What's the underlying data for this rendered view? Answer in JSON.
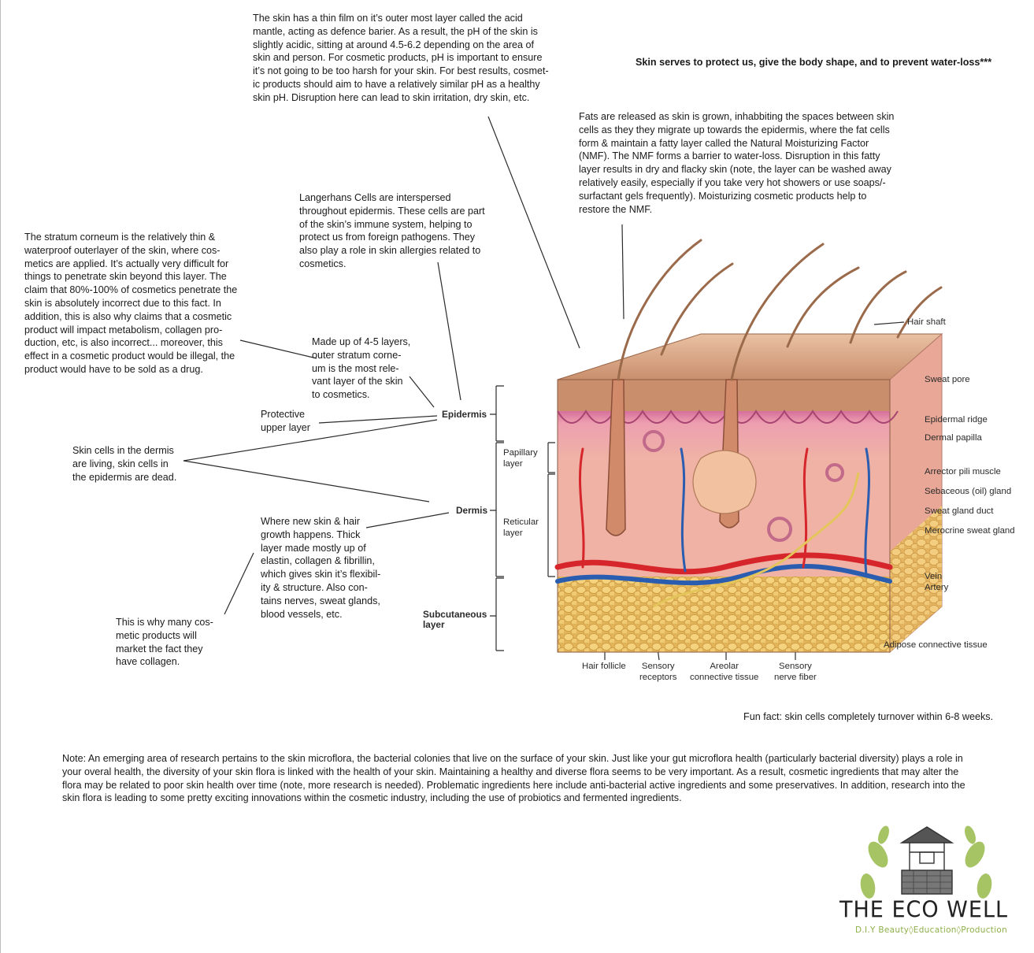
{
  "notes": {
    "acid_mantle": "The skin has a thin film on it’s outer most layer called the acid\nmantle, acting as  defence barier. As a result, the pH of the skin is\nslightly acidic, sitting at around 4.5-6.2 depending on the area of\nskin and person. For cosmetic products, pH is important to ensure\nit’s not going to be too harsh for your skin.  For best results, cosmet-\nic products should aim to have a relatively similar pH as a healthy\nskin pH. Disruption here can lead to skin irritation, dry skin, etc.",
    "skin_serves": "Skin serves to protect us, give the body shape, and to prevent water-loss***",
    "nmf": "Fats are released as skin is grown, inhabbiting the spaces between skin\ncells as they they migrate up towards the epidermis, where the fat cells\nform & maintain a fatty layer called the Natural Moisturizing Factor\n(NMF).  The NMF forms a barrier to water-loss. Disruption in this fatty\nlayer results in dry and flacky skin (note, the layer can be washed away\nrelatively easily, especially if you take very hot showers or use soaps/-\nsurfactant gels frequently). Moisturizing cosmetic products help to\nrestore the NMF.",
    "langerhans": "Langerhans Cells are interspersed\nthroughout epidermis. These cells are part\nof the skin’s immune system, helping to\nprotect us from foreign pathogens. They\nalso play a role in skin allergies related to\ncosmetics.",
    "stratum_corneum": "The stratum corneum is the relatively thin &\nwaterproof outerlayer of the skin,  where cos-\nmetics are applied. It’s actually very difficult for\nthings to penetrate skin beyond this layer. The\nclaim that 80%-100% of cosmetics penetrate the\nskin is absolutely incorrect due to this fact. In\naddition, this is also why claims that a cosmetic\nproduct will impact metabolism, collagen pro-\nduction, etc, is also incorrect... moreover, this\neffect in a cosmetic product would be illegal, the\nproduct would have to be sold as a drug.",
    "layers_4_5": "Made up of 4-5 layers,\nouter stratum corne-\num is the most rele-\nvant layer of the skin\nto cosmetics.",
    "protective": "Protective\nupper layer",
    "living_dead": "Skin cells in the dermis\nare living, skin cells in\nthe epidermis are dead.",
    "new_skin": "Where new skin & hair\ngrowth happens. Thick\nlayer made mostly up of\nelastin, collagen & fibrillin,\nwhich gives skin it’s flexibil-\nity & structure. Also con-\ntains nerves, sweat glands,\nblood vessels, etc.",
    "collagen": "This is why many cos-\nmetic products will\nmarket the fact they\nhave collagen.",
    "fun_fact": "Fun fact: skin cells completely turnover within 6-8 weeks.",
    "microflora": "Note: An emerging area of research pertains to the skin microflora, the bacterial colonies that live on the surface of your skin.  Just like your gut microflora health (particularly bacterial diversity) plays a role in your overal health, the  diversity of your skin flora is linked with the health of your skin.  Maintaining a healthy and diverse flora seems to be very important. As a result, cosmetic ingredients that may alter the flora may be related to poor skin health over time (note, more research is needed). Problematic ingredients here include  anti-bacterial active ingredients and some preservatives. In addition, research into the skin flora is leading to some pretty exciting innovations within the cosmetic industry, including the use of probiotics and fermented ingredients."
  },
  "layers": {
    "epidermis": "Epidermis",
    "dermis": "Dermis",
    "subcutaneous": "Subcutaneous\nlayer",
    "papillary": "Papillary\nlayer",
    "reticular": "Reticular\nlayer"
  },
  "labels_right": {
    "hair_shaft": "Hair shaft",
    "sweat_pore": "Sweat pore",
    "epidermal_ridge": "Epidermal ridge",
    "dermal_papilla": "Dermal papilla",
    "arrector_pili": "Arrector pili muscle",
    "sebaceous": "Sebaceous (oil) gland",
    "sweat_duct": "Sweat gland duct",
    "merocrine": "Merocrine sweat gland",
    "vein": "Vein",
    "artery": "Artery",
    "adipose": "Adipose connective tissue"
  },
  "labels_bottom": {
    "hair_follicle": "Hair follicle",
    "sensory_receptors": "Sensory\nreceptors",
    "areolar": "Areolar\nconnective tissue",
    "sensory_nerve": "Sensory\nnerve fiber"
  },
  "logo": {
    "title": "THE ECO WELL",
    "subtitle": "D.I.Y Beauty◊Education◊Production"
  },
  "colors": {
    "epidermis_top": "#c98f6d",
    "dermis": "#e8a89a",
    "papillary": "#d66f9c",
    "fat": "#e8c16a",
    "artery": "#d6262b",
    "vein": "#2a5db0",
    "logo_green": "#a6c463"
  }
}
